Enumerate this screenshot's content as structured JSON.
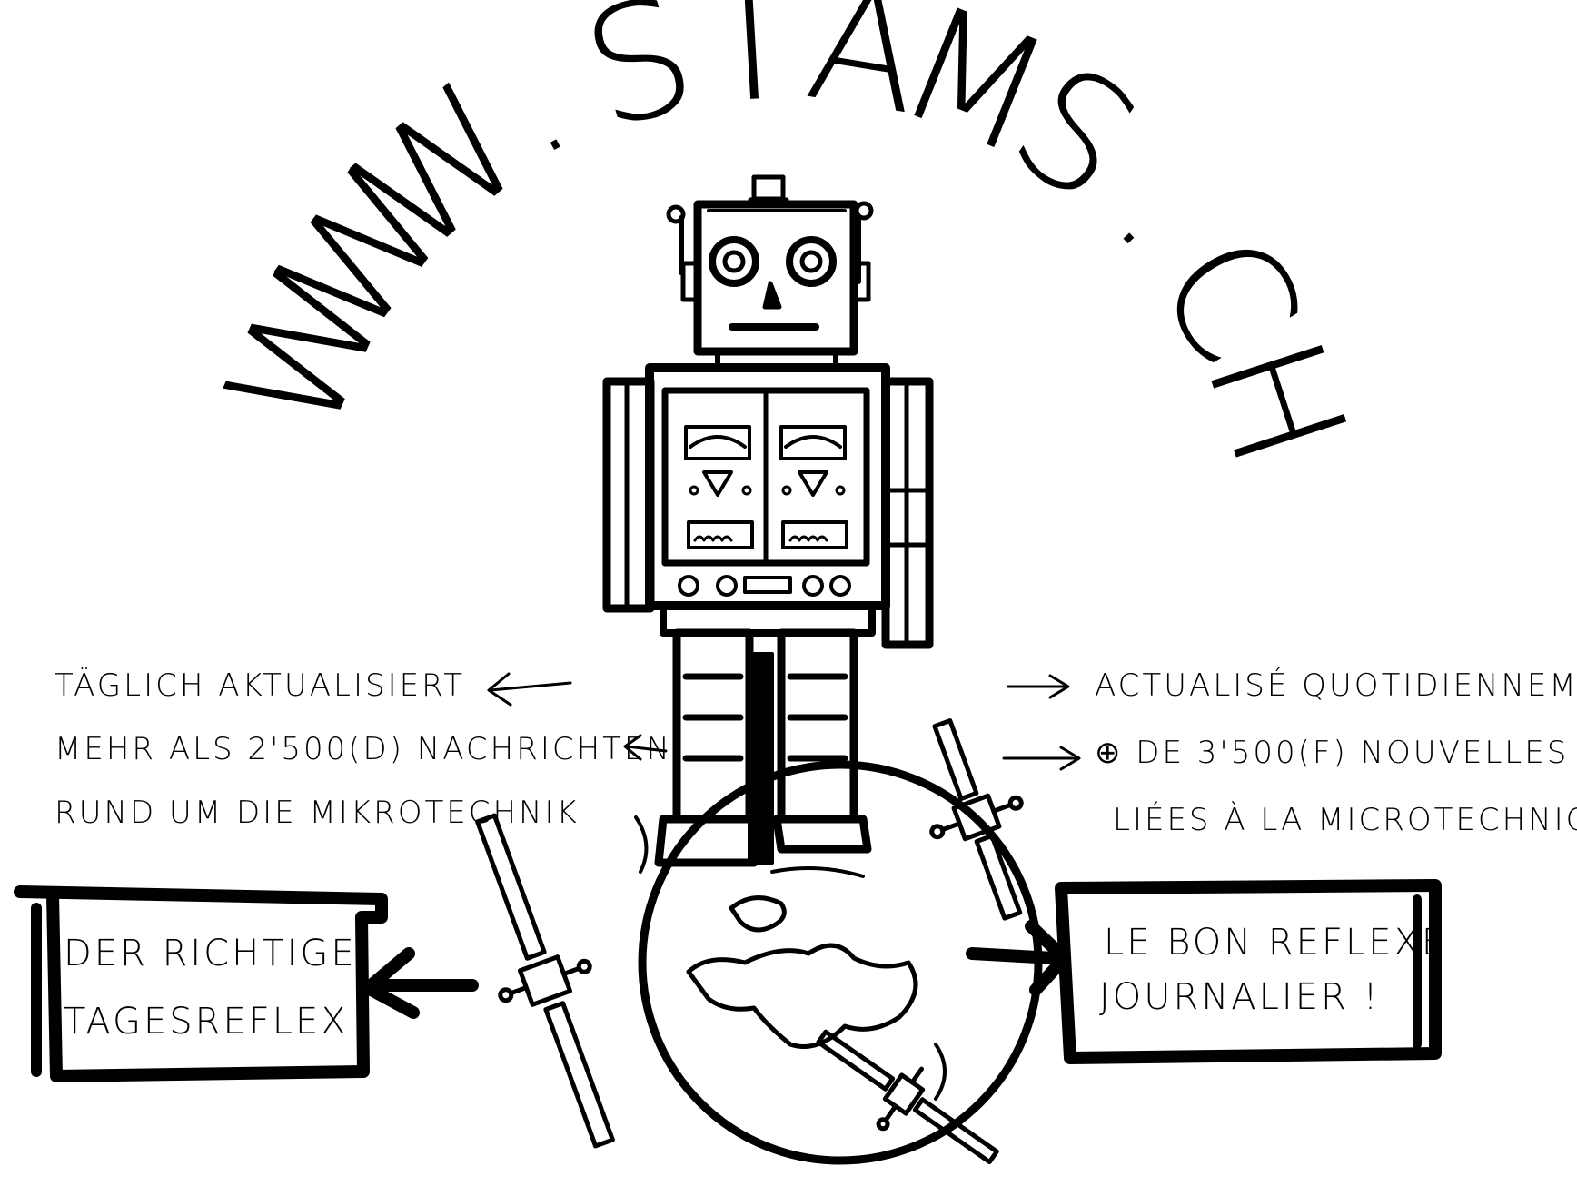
{
  "title": {
    "text": "WWW.SIAMS.CH",
    "letters": [
      "W",
      "W",
      "W",
      ".",
      "S",
      "I",
      "A",
      "M",
      "S",
      ".",
      "C",
      "H"
    ]
  },
  "left_notes": {
    "line1": "TÄGLICH AKTUALISIERT",
    "line2": "MEHR ALS 2'500(D) NACHRICHTEN",
    "line3": "RUND UM DIE MIKROTECHNIK"
  },
  "right_notes": {
    "line1": "ACTUALISÉ QUOTIDIENNEMENT",
    "line2": "⊕ DE 3'500(F) NOUVELLES",
    "line3": "LIÉES À LA MICROTECHNIQUE"
  },
  "left_box": {
    "line1": "DER RICHTIGE",
    "line2": "TAGESREFLEX"
  },
  "right_box": {
    "line1": "LE BON REFLEXE",
    "line2": "JOURNALIER !"
  },
  "colors": {
    "ink": "#000000",
    "paper": "#ffffff"
  },
  "icons": [
    "robot-icon",
    "globe-icon",
    "satellite-icon",
    "arrow-left-icon",
    "arrow-right-icon"
  ]
}
